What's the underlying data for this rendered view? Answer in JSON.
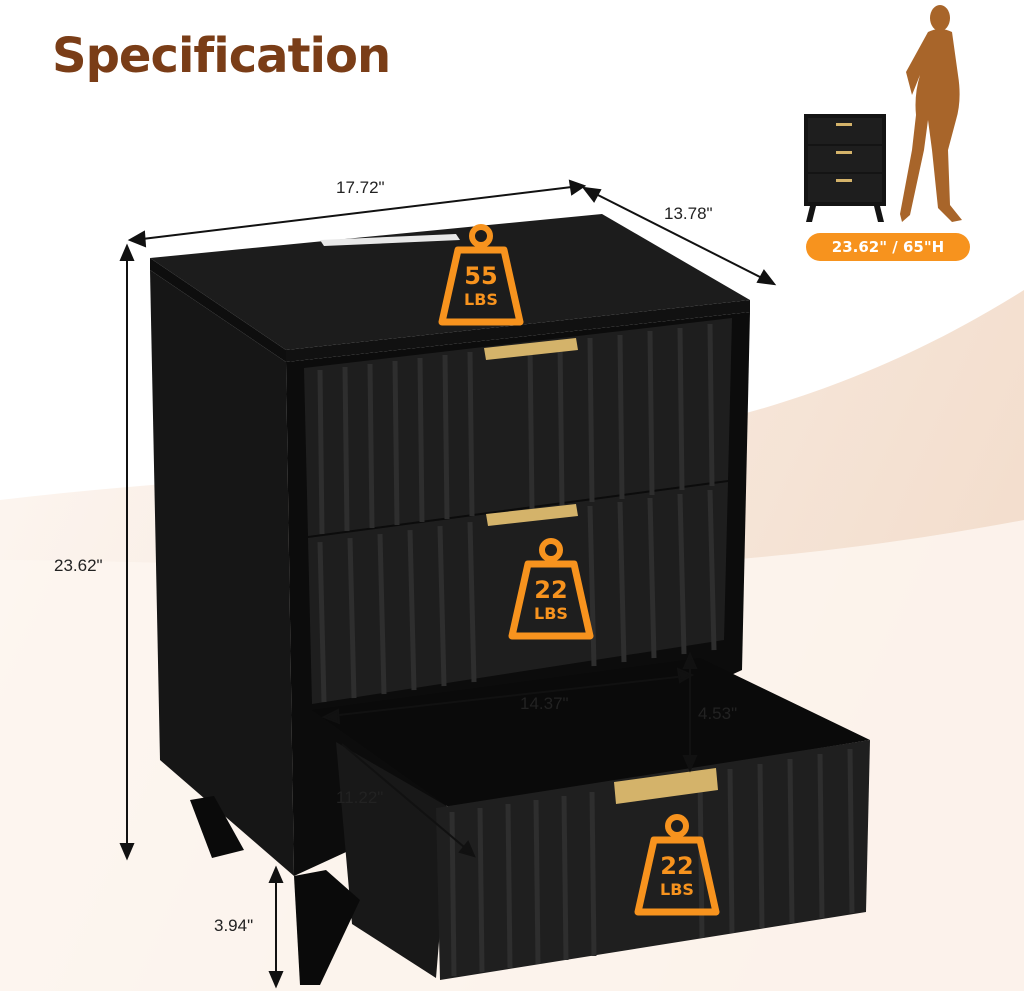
{
  "title": "Specification",
  "dimensions": {
    "width": "17.72\"",
    "depth": "13.78\"",
    "height": "23.62\"",
    "drawer_width": "14.37\"",
    "drawer_height": "4.53\"",
    "drawer_depth": "11.22\"",
    "leg_height": "3.94\""
  },
  "scale_badge": "23.62\" / 65\"H",
  "weights": {
    "top": {
      "num": "55",
      "unit": "LBS"
    },
    "drawer_middle": {
      "num": "22",
      "unit": "LBS"
    },
    "drawer_bottom": {
      "num": "22",
      "unit": "LBS"
    }
  },
  "colors": {
    "title": "#7a3d17",
    "accent": "#f7931e",
    "furniture": "#1a1a1a",
    "silhouette": "#a8652a"
  },
  "icons": [
    "weight-icon",
    "human-silhouette-icon",
    "nightstand-thumbnail-icon"
  ]
}
